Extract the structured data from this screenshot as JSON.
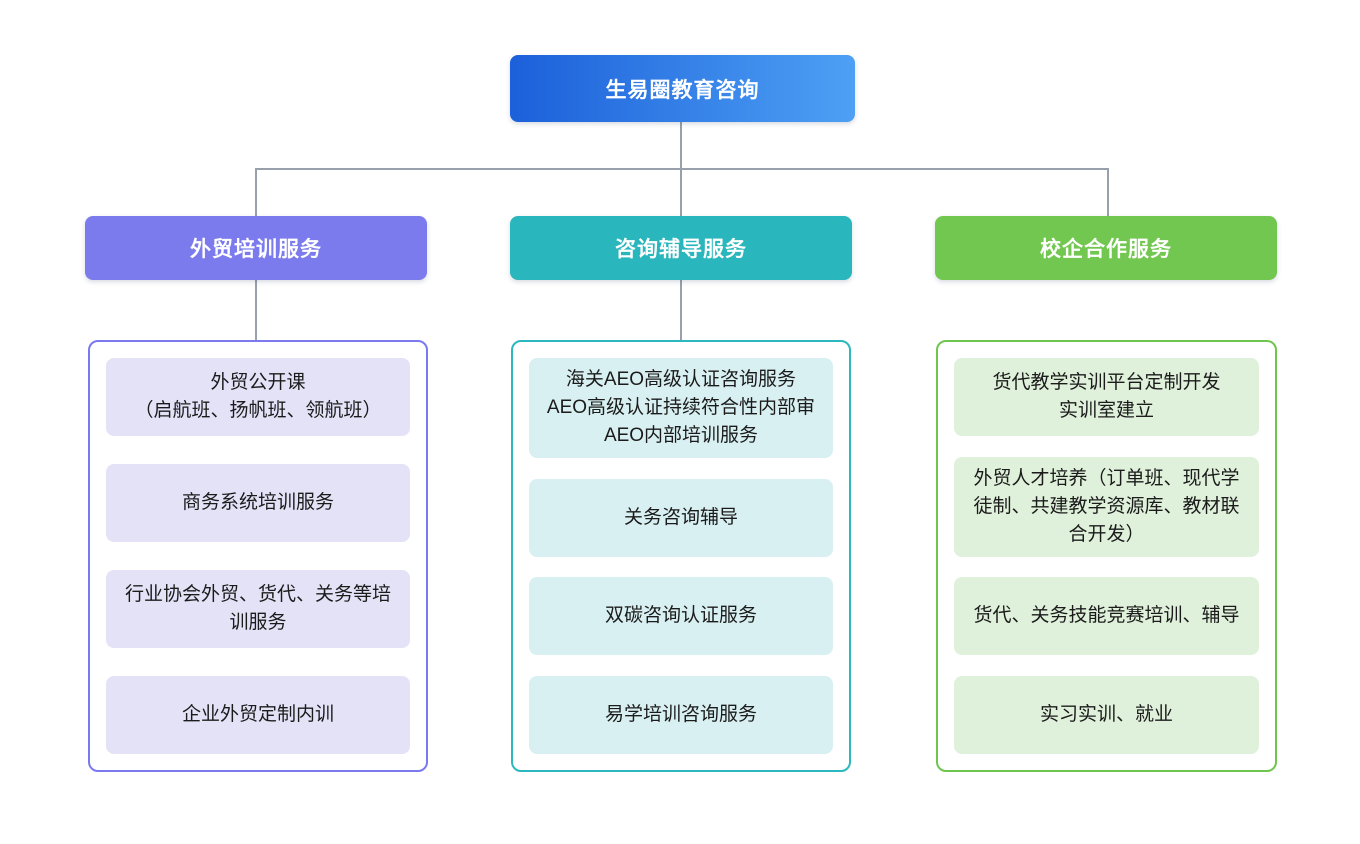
{
  "root": {
    "label": "生易圈教育咨询",
    "gradient_from": "#1c60da",
    "gradient_to": "#4da0f4"
  },
  "connector_color": "#98a1ab",
  "branches": [
    {
      "id": "foreign-trade-training",
      "header": {
        "label": "外贸培训服务",
        "color": "#7b7bee"
      },
      "panel_border_color": "#7b79ee",
      "item_bg_color": "#e4e2f7",
      "items": [
        {
          "lines": [
            "外贸公开课",
            "（启航班、扬帆班、领航班）"
          ]
        },
        {
          "lines": [
            "商务系统培训服务"
          ]
        },
        {
          "lines": [
            "行业协会外贸、货代、关务等培训服务"
          ]
        },
        {
          "lines": [
            "企业外贸定制内训"
          ]
        }
      ]
    },
    {
      "id": "consulting-coaching",
      "header": {
        "label": "咨询辅导服务",
        "color": "#29b6bd"
      },
      "panel_border_color": "#2cb8bf",
      "item_bg_color": "#d9f0f2",
      "items": [
        {
          "lines": [
            "海关AEO高级认证咨询服务",
            "AEO高级认证持续符合性内部审",
            "AEO内部培训服务"
          ]
        },
        {
          "lines": [
            "关务咨询辅导"
          ]
        },
        {
          "lines": [
            "双碳咨询认证服务"
          ]
        },
        {
          "lines": [
            "易学培训咨询服务"
          ]
        }
      ]
    },
    {
      "id": "school-enterprise-cooperation",
      "header": {
        "label": "校企合作服务",
        "color": "#71c74f"
      },
      "panel_border_color": "#6fc64f",
      "item_bg_color": "#dff1db",
      "items": [
        {
          "lines": [
            "货代教学实训平台定制开发",
            "实训室建立"
          ]
        },
        {
          "lines": [
            "外贸人才培养（订单班、现代学徒制、共建教学资源库、教材联合开发）"
          ]
        },
        {
          "lines": [
            "货代、关务技能竞赛培训、辅导"
          ]
        },
        {
          "lines": [
            "实习实训、就业"
          ]
        }
      ]
    }
  ]
}
